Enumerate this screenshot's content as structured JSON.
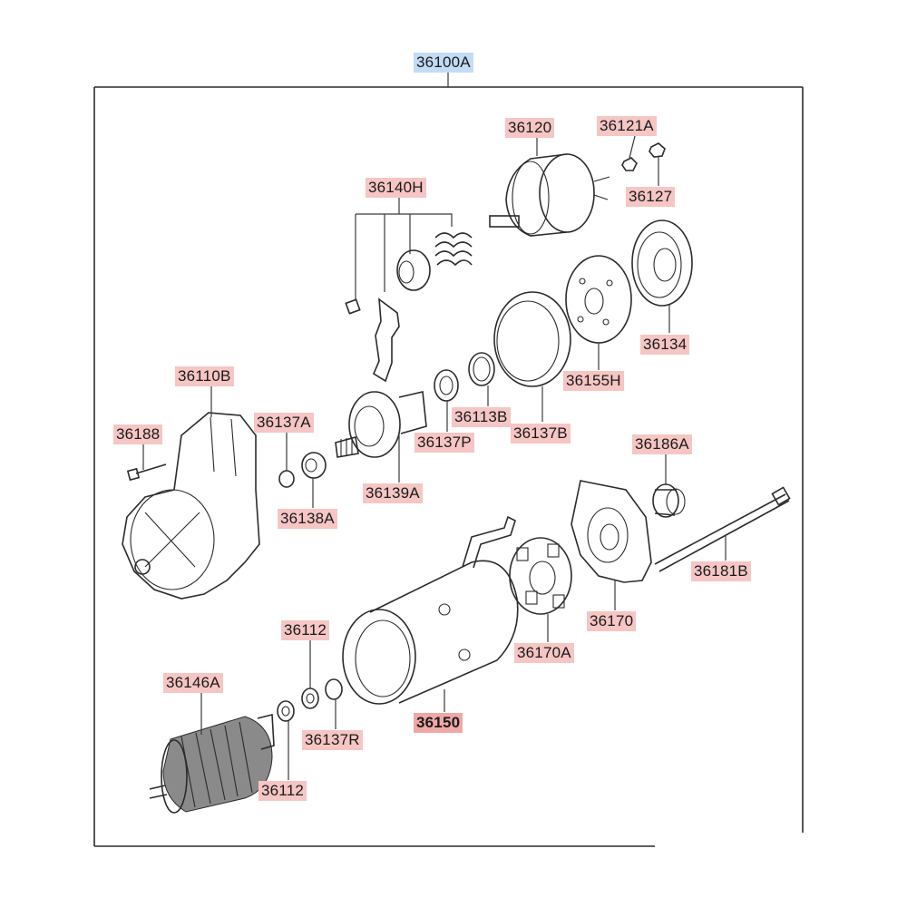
{
  "assembly": {
    "number": "36100A"
  },
  "parts": [
    {
      "key": "p36120",
      "number": "36120"
    },
    {
      "key": "p36121A",
      "number": "36121A"
    },
    {
      "key": "p36127",
      "number": "36127"
    },
    {
      "key": "p36140H",
      "number": "36140H"
    },
    {
      "key": "p36134",
      "number": "36134"
    },
    {
      "key": "p36155H",
      "number": "36155H"
    },
    {
      "key": "p36110B",
      "number": "36110B"
    },
    {
      "key": "p36188",
      "number": "36188"
    },
    {
      "key": "p36137A",
      "number": "36137A"
    },
    {
      "key": "p36113B",
      "number": "36113B"
    },
    {
      "key": "p36137P",
      "number": "36137P"
    },
    {
      "key": "p36137B",
      "number": "36137B"
    },
    {
      "key": "p36139A",
      "number": "36139A"
    },
    {
      "key": "p36138A",
      "number": "36138A"
    },
    {
      "key": "p36186A",
      "number": "36186A"
    },
    {
      "key": "p36181B",
      "number": "36181B"
    },
    {
      "key": "p36170",
      "number": "36170"
    },
    {
      "key": "p36112a",
      "number": "36112"
    },
    {
      "key": "p36170A",
      "number": "36170A"
    },
    {
      "key": "p36146A",
      "number": "36146A"
    },
    {
      "key": "p36150",
      "number": "36150"
    },
    {
      "key": "p36137R",
      "number": "36137R"
    },
    {
      "key": "p36112b",
      "number": "36112"
    }
  ]
}
